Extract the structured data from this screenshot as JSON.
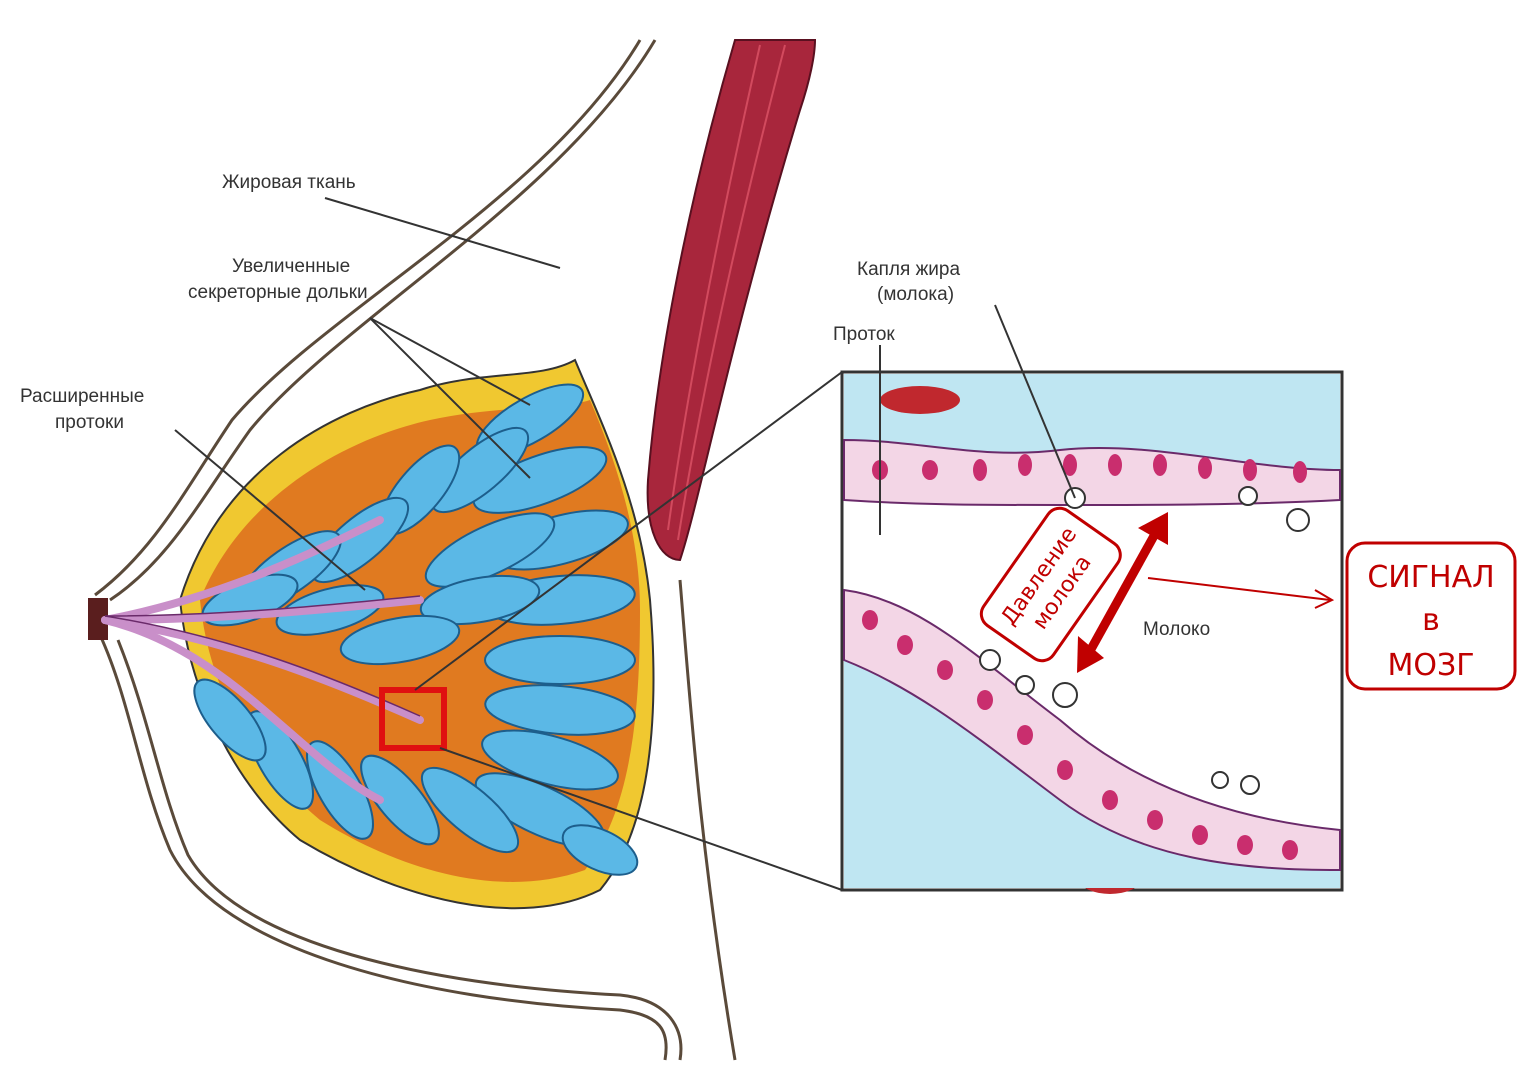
{
  "labels": {
    "fat_tissue": "Жировая ткань",
    "lobules_line1": "Увеличенные",
    "lobules_line2": "секреторные дольки",
    "ducts_line1": "Расширенные",
    "ducts_line2": "протоки",
    "fat_drop_line1": "Капля жира",
    "fat_drop_line2": "(молока)",
    "duct": "Проток",
    "milk": "Молоко"
  },
  "callouts": {
    "pressure_line1": "Давление",
    "pressure_line2": "молока",
    "signal_line1": "СИГНАЛ",
    "signal_line2": "в",
    "signal_line3": "МОЗГ"
  },
  "colors": {
    "lobule": "#5bb8e6",
    "lobule_dark": "#2f86c2",
    "duct": "#c98fc9",
    "fat_orange": "#e07a20",
    "fat_yellow": "#f0c830",
    "muscle": "#a8263c",
    "cell_pink": "#f3d6e6",
    "cell_magenta": "#c92e6e",
    "interstitial": "#bfe6f2",
    "callout_red": "#c00000"
  }
}
